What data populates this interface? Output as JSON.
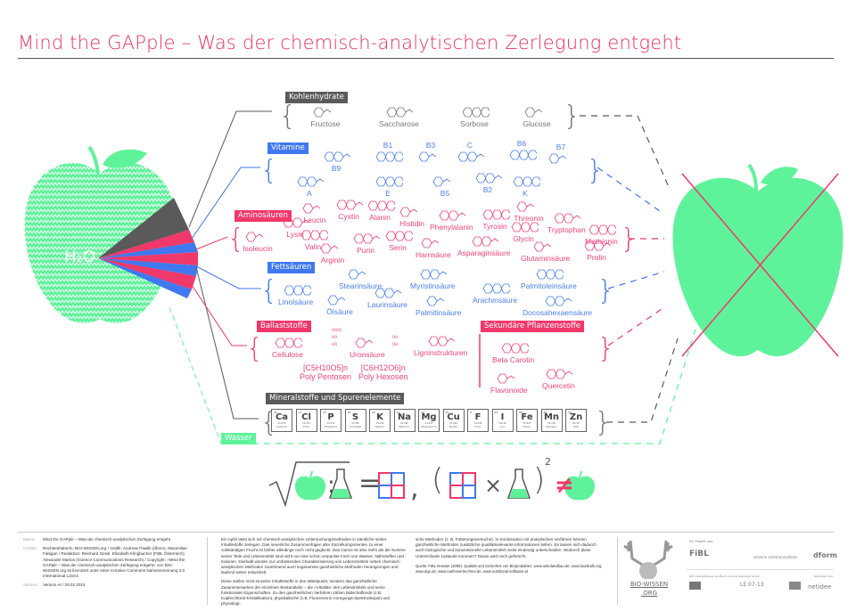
{
  "title": "Mind the GAPple – Was der chemisch-analytischen Zerlegung entgeht",
  "colors": {
    "accent": "#e8335f",
    "blue": "#3f78f0",
    "pink": "#f0386b",
    "green": "#5ef39a",
    "gray": "#5a5a5a"
  },
  "apple_left": {
    "label": "H₂O"
  },
  "categories": {
    "kohlenhydrate": {
      "label": "Kohlenhydrate",
      "items": [
        "Fructose",
        "Saccharose",
        "Sorbose",
        "Glucose"
      ]
    },
    "vitamine": {
      "label": "Vitamine",
      "items": [
        "B9",
        "B1",
        "B3",
        "C",
        "B6",
        "B7",
        "A",
        "E",
        "B5",
        "B2",
        "K"
      ]
    },
    "aminosaeuren": {
      "label": "Aminosäuren",
      "items": [
        "Leucin",
        "Cystin",
        "Alanin",
        "Histidin",
        "Phenylalanin",
        "Tyrosin",
        "Threonin",
        "Tryptophan",
        "Methionin",
        "Isoleucin",
        "Lysin",
        "Valin",
        "Arginin",
        "Purin",
        "Serin",
        "Harnsäure",
        "Asparaginsäure",
        "Glycin",
        "Glutaminsäure",
        "Prolin"
      ]
    },
    "fettsaeuren": {
      "label": "Fettsäuren",
      "items": [
        "Linolsäure",
        "Stearinsäure",
        "Myristinsäure",
        "Palmitoleinsäure",
        "Ölsäure",
        "Laurinsäure",
        "Arachinsäure",
        "Palmitinsäure",
        "Docosahexaensäure"
      ]
    },
    "ballaststoffe": {
      "label": "Ballaststoffe",
      "items": [
        "Cellulose",
        "Uronsäure",
        "Poly Pentosen",
        "Poly Hexosen",
        "Ligninstrukturen"
      ],
      "formulas": [
        "[C5H10O5]n",
        "[C6H12O6]n"
      ],
      "uron_labels": [
        "HOOC",
        "HO",
        "HO",
        "OH",
        "OH"
      ]
    },
    "sekundaer": {
      "label": "Sekundäre Pflanzenstoffe",
      "items": [
        "Beta Carotin",
        "Flavonoide",
        "Quercetin"
      ]
    },
    "mineralstoffe": {
      "label": "Mineralstoffe und Spurenelemente",
      "elements": [
        {
          "num": "20",
          "sym": "Ca",
          "mass": "40.078",
          "name": "Calcium"
        },
        {
          "num": "17",
          "sym": "Cl",
          "mass": "35.453",
          "name": "Chlor"
        },
        {
          "num": "15",
          "sym": "P",
          "mass": "30.974",
          "name": "Phosphor"
        },
        {
          "num": "16",
          "sym": "S",
          "mass": "32.065",
          "name": "Schwefel"
        },
        {
          "num": "19",
          "sym": "K",
          "mass": "39.098",
          "name": "Kalium"
        },
        {
          "num": "11",
          "sym": "Na",
          "mass": "22.990",
          "name": "Natrium"
        },
        {
          "num": "12",
          "sym": "Mg",
          "mass": "24.305",
          "name": "Magnesium"
        },
        {
          "num": "29",
          "sym": "Cu",
          "mass": "63.546",
          "name": "Kupfer"
        },
        {
          "num": "9",
          "sym": "F",
          "mass": "18.998",
          "name": "Fluor"
        },
        {
          "num": "53",
          "sym": "I",
          "mass": "126.90",
          "name": "Jod"
        },
        {
          "num": "26",
          "sym": "Fe",
          "mass": "55.845",
          "name": "Eisen"
        },
        {
          "num": "25",
          "sym": "Mn",
          "mass": "54.938",
          "name": "Mangan"
        },
        {
          "num": "30",
          "sym": "Zn",
          "mass": "65.38",
          "name": "Zink"
        }
      ]
    },
    "wasser": {
      "label": "Wasser"
    }
  },
  "equation": {
    "colon": ":",
    "equals": "=",
    "comma": ",",
    "open": "(",
    "times": "×",
    "close": ")",
    "exp": "2",
    "neq": "≠"
  },
  "footer": {
    "name_label": "Name:",
    "name": "Mind the GAPple – Was der chemisch-analytischen Zerlegung entgeht",
    "credits_label": "Credits:",
    "credits": "Rechteinhaberin: BIO-WISSEN.org / Grafik: Andreas Pawlik (dform), Maximilian Fabigan / Redaktion: Reinhard Gessl, Elisabeth Klingbacher (FIBL Österreich), Alexander Martos (Science Communications Research) / Copyright: »Mind the GAPple – Was der chemisch-analytischen Zerlegung entgeht« von BIO-WISSEN.org ist lizenziert unter einer Creative Commons Namensnennung 4.0 International Lizenz.",
    "version_label": "Version:",
    "version": "Version AI / 25.02.2015",
    "text1": "Ein Apfel lässt sich mit chemisch-analytischen Untersuchungsmethoden in sämtliche seiner Inhaltsstoffe zerlegen. Das neuerliche Zusammenfügen aller Einzelkomponenten zu einer vollständigen Frucht ist bisher allerdings noch nicht geglückt. Das Ganze ist also mehr als die Summe seiner Teile und Lebensmittel sind nicht nur eine schön verpackte Form von Wasser, Nährstoffen und Kalorien. Deshalb werden zur umfassenden Charakterisierung von Lebensmitteln neben chemisch-analytischen Methoden zunehmend auch sogenannte ganzheitliche Methoden herangezogen und laufend weiter entwickelt.",
    "text2": "Diese stellen nicht einzelne Inhaltsstoffe in den Mittelpunkt, sondern das ganzheitliche Zusammenwirken der einzelnen Bestandteile – die »Vitalität« des Lebensmittels und seine funktionalen Eigenschaften. Zu den ganzheitlichen Verfahren zählen bildschaffende (z.B. Kupferchlorid-Kristallisation), physikalische (z.B. Fluoreszenz-Anregungs-Spektroskopie) und physiologi-",
    "text3": "sche Methoden (z. B. Fütterungsversuche). In Kombination mit analytischen Verfahren können ganzheitliche Methoden zusätzliche qualitätsrelevante Informationen liefern. Es lassen sich dadurch auch biologische und konventionelle Lebensmittel meist eindeutig unterscheiden. Wodurch diese Unterschiede zustande kommen? Daran wird noch geforscht.",
    "source": "Quelle: FiBL-Dossier (2006): Qualität und Sicherheit von Bioprodukten; www.oekolandbau.de; www.louisbolk.org; www.dge.de; www.naehrwertrechner.de; www.nutritional-software.at",
    "logo_bio": "BIO-WISSEN .ORG",
    "project_by": "Ein Projekt von:",
    "partners": [
      "FiBL",
      "science communications",
      "dform"
    ],
    "support": "Mit Unterstützung von Bund und europäischer Union",
    "le": "LE 07-13",
    "funded": "Gefördert von:",
    "netidee": "netidee"
  }
}
